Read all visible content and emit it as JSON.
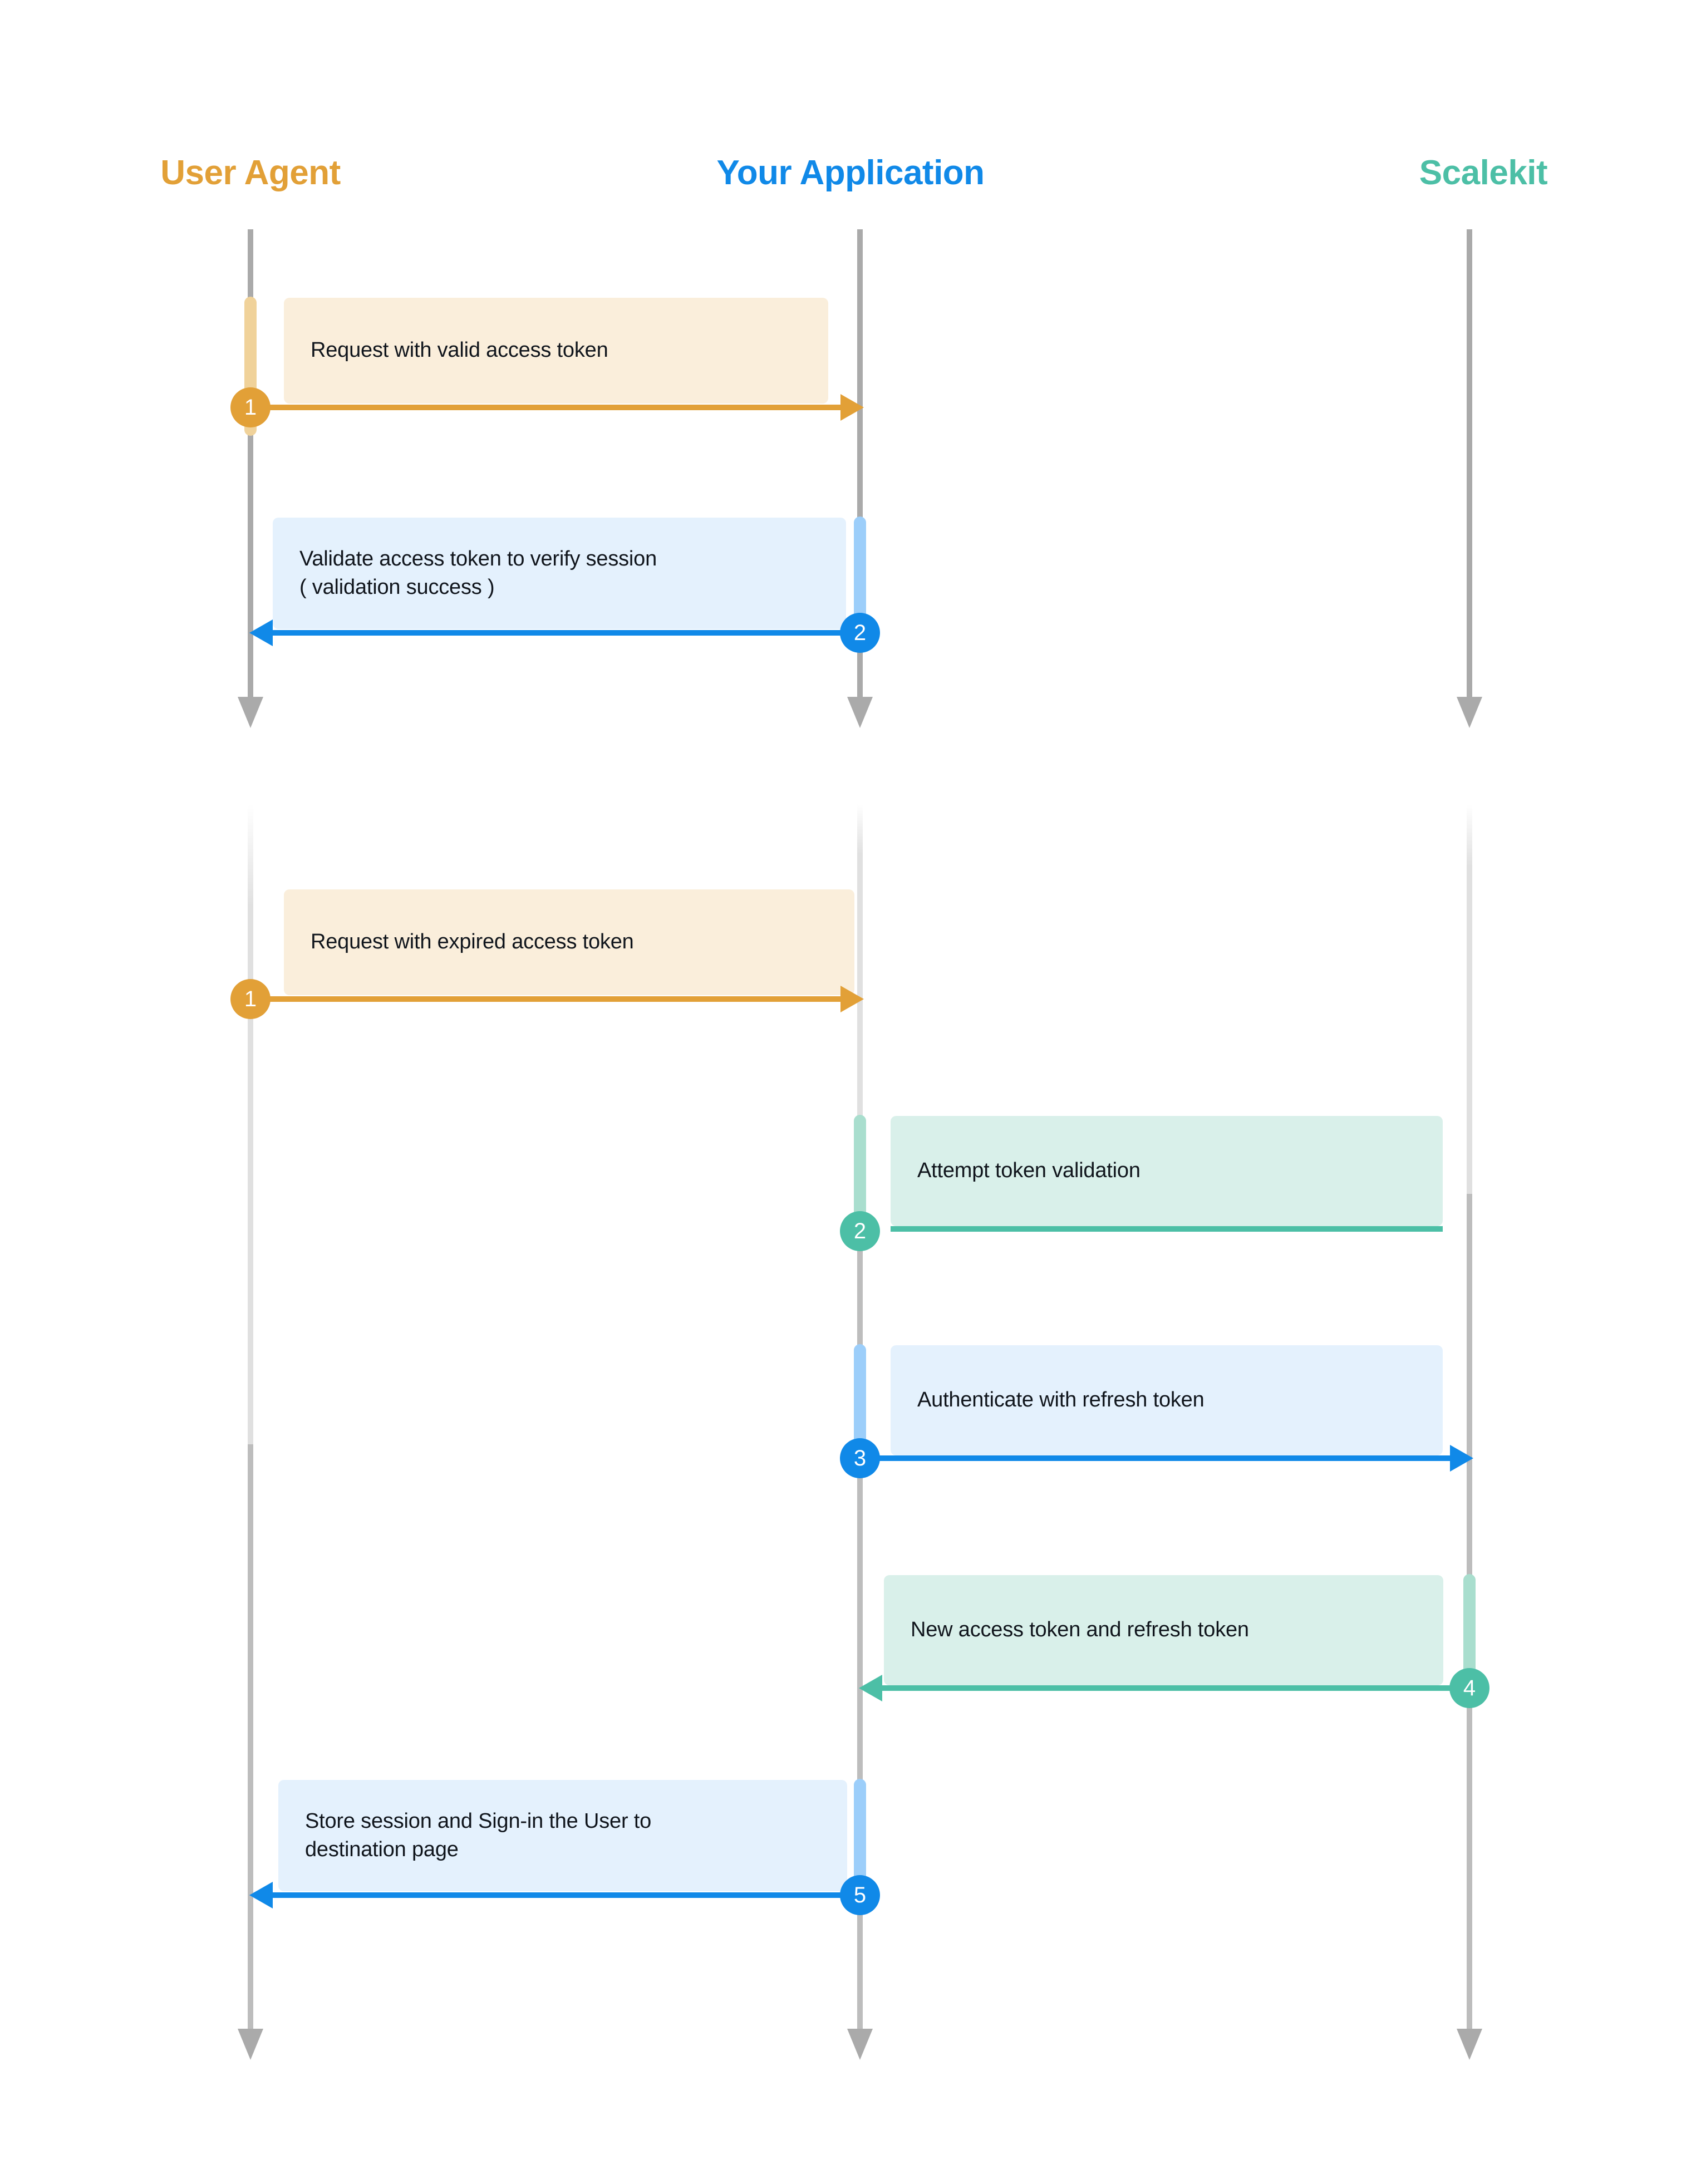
{
  "diagram": {
    "title_participants": [
      "User Agent",
      "Your Application",
      "Scalekit"
    ],
    "colors": {
      "user_agent": "#e2a037",
      "your_application": "#1089e8",
      "scalekit": "#4cbfa6",
      "lifeline": "#aaaaaa",
      "lifeline_faded": "#bdbdbd",
      "box_orange": "#faeedb",
      "box_blue": "#e4f1fd",
      "box_teal": "#d9f0ea",
      "activation_orange": "#f0d29a",
      "activation_blue": "#9ccefa",
      "activation_teal": "#a9dece",
      "text": "#10151c"
    }
  },
  "participants": [
    {
      "name": "User Agent",
      "accent": "#e2a037"
    },
    {
      "name": "Your Application",
      "accent": "#1089e8"
    },
    {
      "name": "Scalekit",
      "accent": "#4cbfa6"
    }
  ],
  "sections": [
    {
      "id": "valid-token-flow",
      "steps": [
        {
          "number": "1",
          "label": "Request with valid access token",
          "from": "User Agent",
          "to": "Your Application",
          "direction": "right",
          "accent": "#e2a037"
        },
        {
          "number": "2",
          "label_lines": [
            "Validate access token to verify session",
            "( validation success )"
          ],
          "from": "Your Application",
          "to": "User Agent",
          "direction": "left",
          "accent": "#1089e8"
        }
      ]
    },
    {
      "id": "expired-token-flow",
      "steps": [
        {
          "number": "1",
          "label": "Request with expired access token",
          "from": "User Agent",
          "to": "Your Application",
          "direction": "right",
          "accent": "#e2a037"
        },
        {
          "number": "2",
          "label": "Attempt token validation",
          "from": "Your Application",
          "to": "Your Application",
          "direction": "none",
          "accent": "#4cbfa6"
        },
        {
          "number": "3",
          "label": "Authenticate with refresh token",
          "from": "Your Application",
          "to": "Scalekit",
          "direction": "right",
          "accent": "#1089e8"
        },
        {
          "number": "4",
          "label": "New access token and refresh token",
          "from": "Scalekit",
          "to": "Your Application",
          "direction": "left",
          "accent": "#4cbfa6"
        },
        {
          "number": "5",
          "label_lines": [
            "Store session and Sign-in the User to",
            "destination page"
          ],
          "from": "Your Application",
          "to": "User Agent",
          "direction": "left",
          "accent": "#1089e8"
        }
      ]
    }
  ]
}
